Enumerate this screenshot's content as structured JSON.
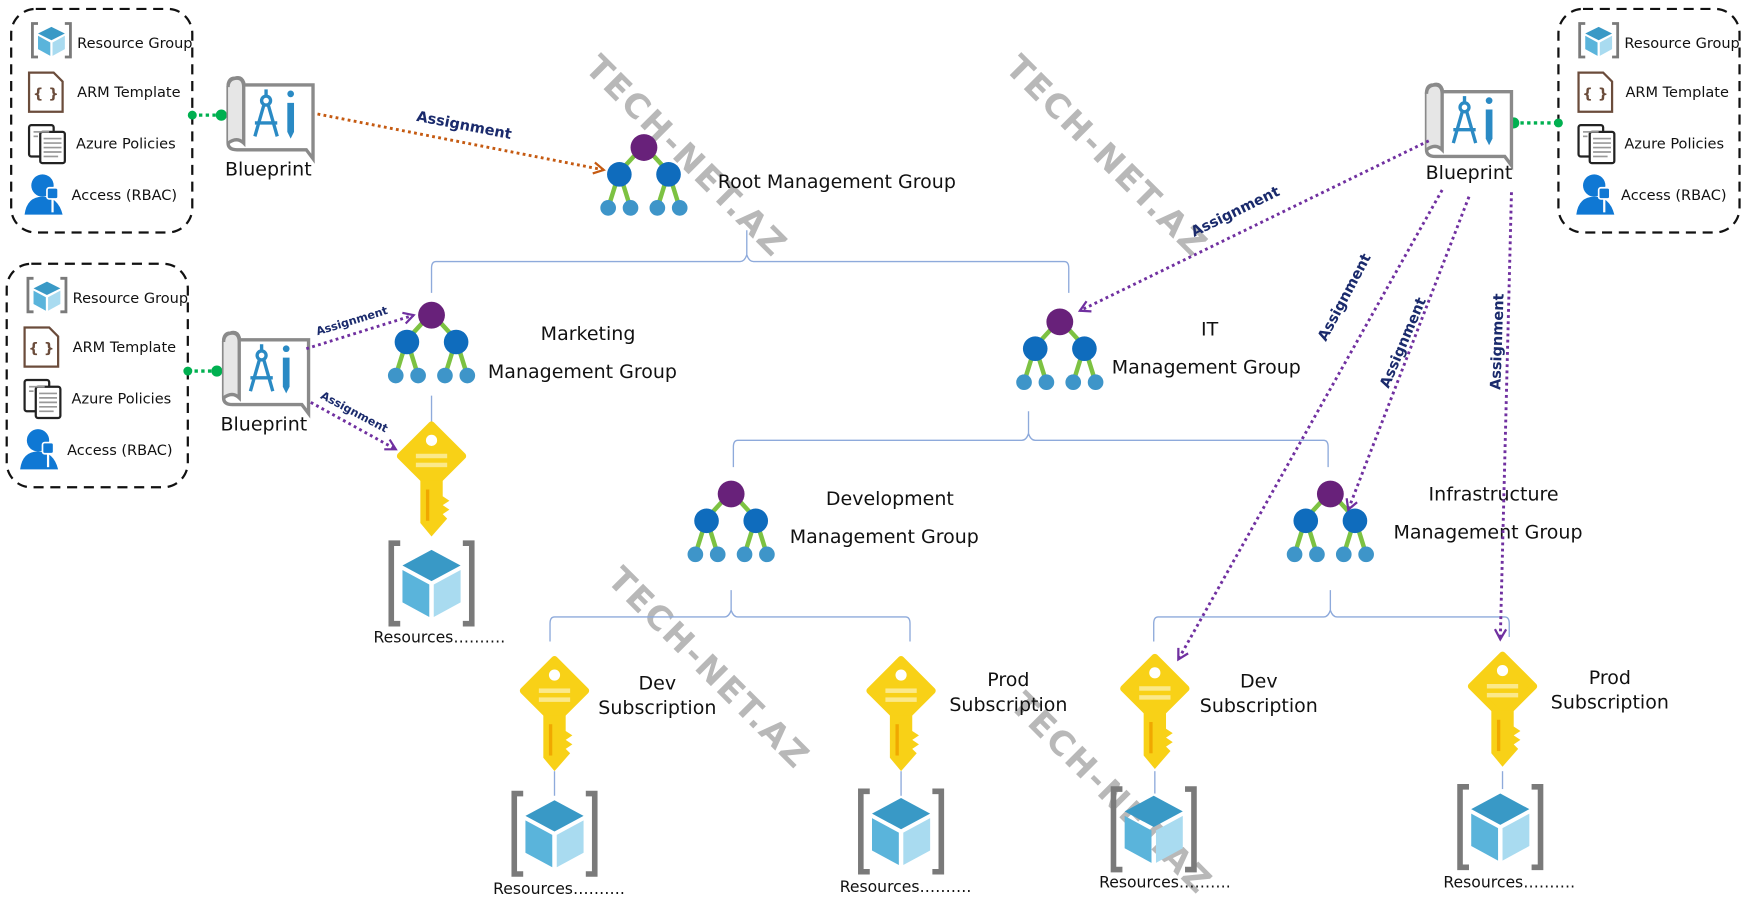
{
  "diagram": {
    "title": "Azure Blueprints assignment to Management Groups and Subscriptions",
    "watermark": "TECH-NET.AZ",
    "colors": {
      "assignment_primary": "#c55a11",
      "assignment_secondary": "#7030a0",
      "assignment_label": "#1a2a6c",
      "connector": "#00b050",
      "hierarchy_line": "#8eaadb",
      "group_root": "#68217a",
      "group_mid": "#0f6cbd",
      "group_leaf": "#3e95c9",
      "group_edge": "#7dc242",
      "key": "#f8d117"
    },
    "artifact_boxes": [
      {
        "id": "top-left",
        "items": [
          "Resource Group",
          "ARM Template",
          "Azure Policies",
          "Access (RBAC)"
        ]
      },
      {
        "id": "mid-left",
        "items": [
          "Resource Group",
          "ARM Template",
          "Azure Policies",
          "Access (RBAC)"
        ]
      },
      {
        "id": "top-right",
        "items": [
          "Resource Group",
          "ARM Template",
          "Azure Policies",
          "Access (RBAC)"
        ]
      }
    ],
    "blueprints": [
      {
        "id": "bp1",
        "label": "Blueprint"
      },
      {
        "id": "bp2",
        "label": "Blueprint"
      },
      {
        "id": "bp3",
        "label": "Blueprint"
      }
    ],
    "management_groups": [
      {
        "id": "root",
        "line1": "Root Management Group",
        "line2": ""
      },
      {
        "id": "marketing",
        "line1": "Marketing",
        "line2": "Management Group"
      },
      {
        "id": "it",
        "line1": "IT",
        "line2": "Management Group"
      },
      {
        "id": "development",
        "line1": "Development",
        "line2": "Management Group"
      },
      {
        "id": "infrastructure",
        "line1": "Infrastructure",
        "line2": "Management Group"
      }
    ],
    "subscriptions": [
      {
        "id": "sub-dev-1",
        "line1": "Dev",
        "line2": "Subscription"
      },
      {
        "id": "sub-prod-1",
        "line1": "Prod",
        "line2": "Subscription"
      },
      {
        "id": "sub-dev-2",
        "line1": "Dev",
        "line2": "Subscription"
      },
      {
        "id": "sub-prod-2",
        "line1": "Prod",
        "line2": "Subscription"
      }
    ],
    "resources": [
      {
        "id": "res-marketing",
        "label": "Resources………."
      },
      {
        "id": "res-dev-1",
        "label": "Resources………."
      },
      {
        "id": "res-prod-1",
        "label": "Resources………."
      },
      {
        "id": "res-dev-2",
        "label": "Resources………."
      },
      {
        "id": "res-prod-2",
        "label": "Resources………."
      }
    ],
    "assignments": [
      {
        "from": "bp1",
        "to": "root",
        "label": "Assignment"
      },
      {
        "from": "bp2",
        "to": "marketing",
        "label": "Assignment"
      },
      {
        "from": "bp2",
        "to": "marketing-subscription",
        "label": "Assignment"
      },
      {
        "from": "bp3",
        "to": "it",
        "label": "Assignment"
      },
      {
        "from": "bp3",
        "to": "sub-dev-2",
        "label": "Assignment"
      },
      {
        "from": "bp3",
        "to": "infrastructure",
        "label": "Assignment"
      },
      {
        "from": "bp3",
        "to": "sub-prod-2",
        "label": "Assignment"
      }
    ]
  }
}
